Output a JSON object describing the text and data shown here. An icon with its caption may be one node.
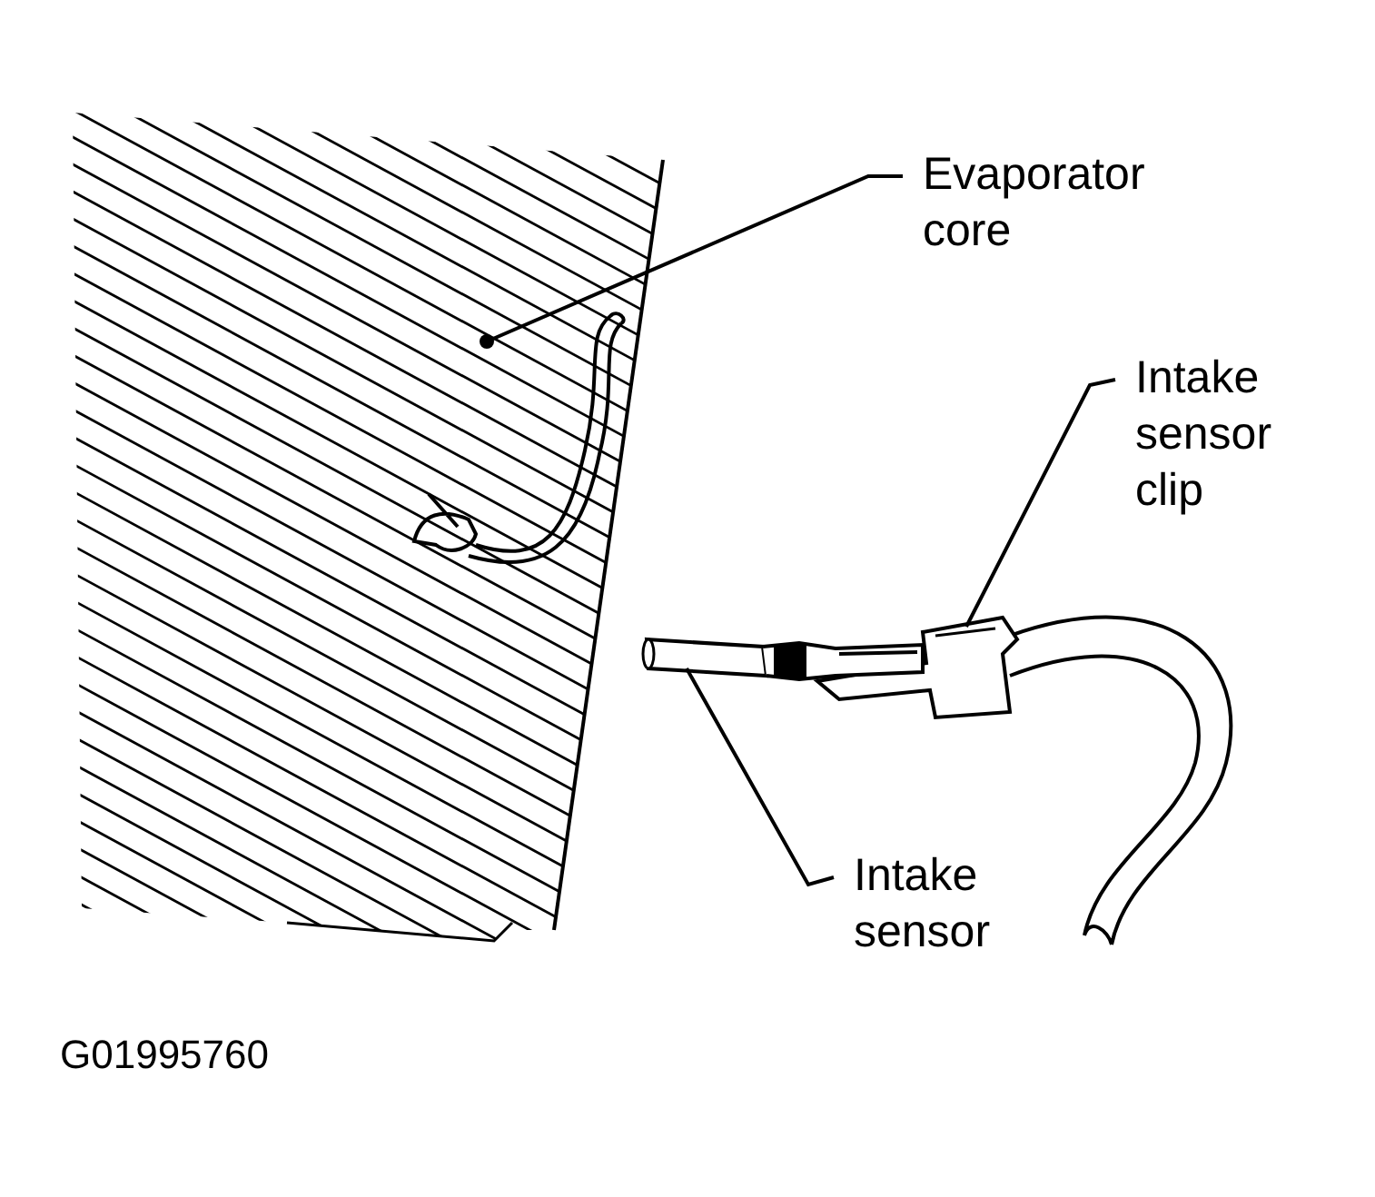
{
  "diagram": {
    "nodes": [
      {
        "text": [
          "Evaporator core"
        ]
      },
      {
        "text": [],
        "shape": "picture"
      },
      {
        "text": [
          "Intake sensor clip"
        ]
      },
      {
        "text": [],
        "shape": "picture"
      },
      {
        "text": [
          "Intake sensor"
        ]
      },
      {
        "text": [],
        "shape": "picture"
      }
    ],
    "edges": [
      {
        "from": 0,
        "to": 1,
        "arrow": "other"
      },
      {
        "from": 2,
        "to": 3,
        "arrow": "none"
      },
      {
        "from": 4,
        "to": 5,
        "arrow": "none"
      }
    ],
    "labels": [
      "G01995760"
    ]
  }
}
